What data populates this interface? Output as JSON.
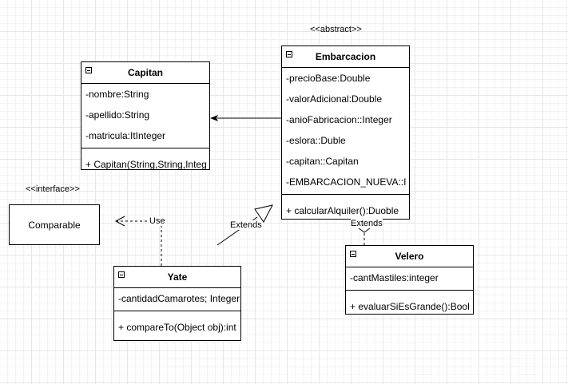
{
  "stereotypes": {
    "abstract": "<<abstract>>",
    "interface": "<<interface>>"
  },
  "classes": {
    "capitan": {
      "name": "Capitan",
      "attributes": [
        "-nombre:String",
        "-apellido:String",
        "-matricula:ItInteger"
      ],
      "methods": [
        "+ Capitan(String,String,Integ"
      ]
    },
    "embarcacion": {
      "name": "Embarcacion",
      "attributes": [
        "-precioBase:Double",
        "-valorAdicional:Double",
        "-anioFabricacion::Integer",
        "-eslora::Duble",
        "-capitan::Capitan",
        "-EMBARCACION_NUEVA::I"
      ],
      "methods": [
        "+ calcularAlquiler():Duoble"
      ]
    },
    "yate": {
      "name": "Yate",
      "attributes": [
        "-cantidadCamarotes; Integer"
      ],
      "methods": [
        "+ compareTo(Object obj):int"
      ]
    },
    "velero": {
      "name": "Velero",
      "attributes": [
        "-cantMastiles:integer"
      ],
      "methods": [
        "+ evaluarSiEsGrande():Bool"
      ]
    },
    "comparable": {
      "name": "Comparable"
    }
  },
  "relations": {
    "use_label": "Use",
    "extends_yate_label": "Extends",
    "extends_velero_label": "Extends"
  }
}
